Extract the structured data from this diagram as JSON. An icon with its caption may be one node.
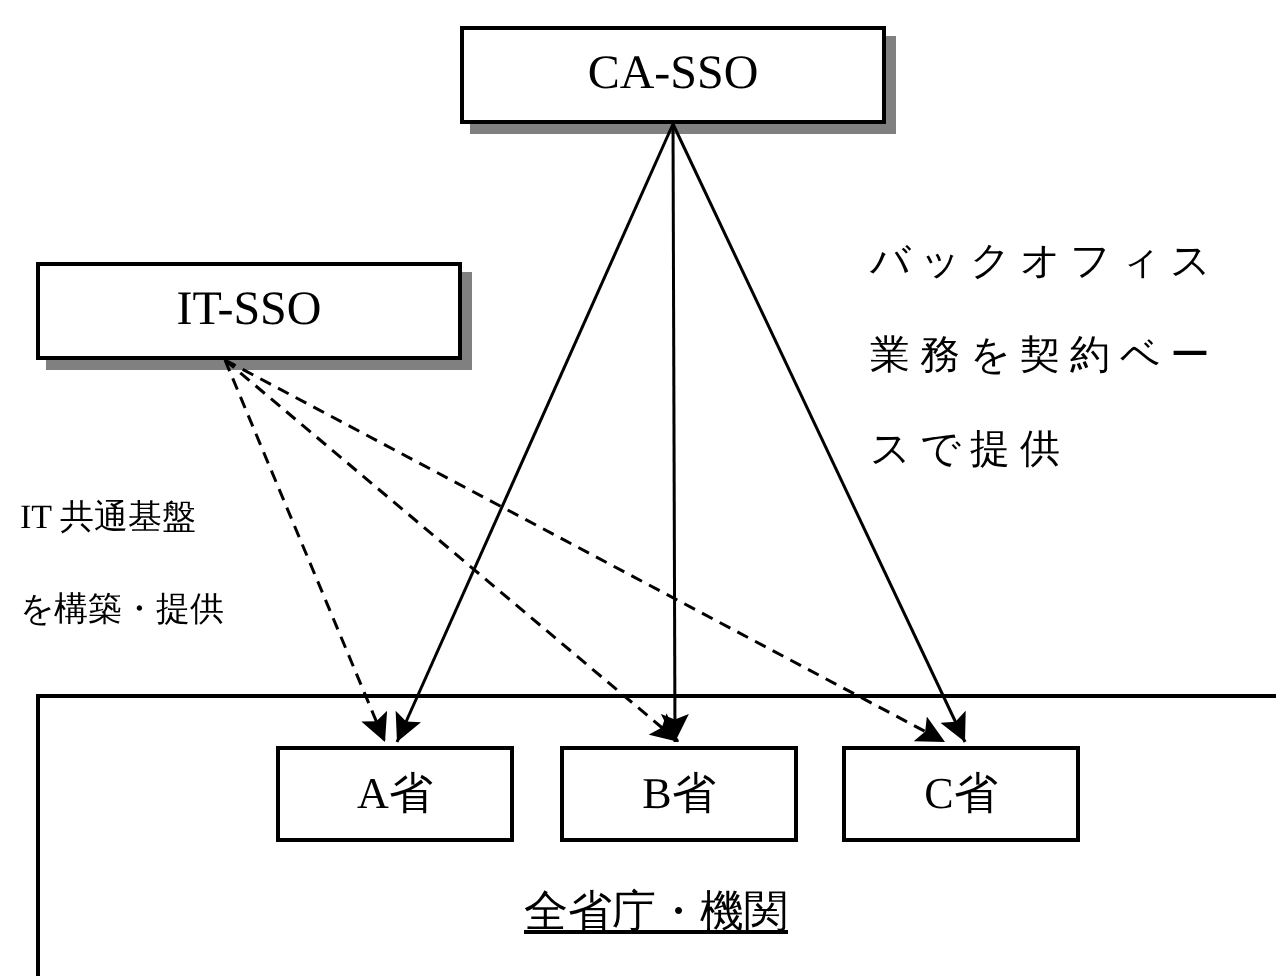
{
  "diagram": {
    "nodes": [
      {
        "text": [
          "CA-SSO"
        ]
      },
      {
        "text": [
          "IT-SSO"
        ]
      },
      {
        "text": [
          "全省庁・機関"
        ]
      },
      {
        "text": [
          "A省"
        ],
        "in": 2
      },
      {
        "text": [
          "B省"
        ],
        "in": 2
      },
      {
        "text": [
          "C省"
        ],
        "in": 2
      }
    ],
    "edges": [
      {
        "from": 0,
        "to": 3,
        "arrow": "to"
      },
      {
        "from": 0,
        "to": 4,
        "arrow": "to"
      },
      {
        "from": 0,
        "to": 5,
        "arrow": "to"
      },
      {
        "from": 1,
        "to": 3,
        "arrow": "to",
        "style": "dashed"
      },
      {
        "from": 1,
        "to": 4,
        "arrow": "to",
        "style": "dashed"
      },
      {
        "from": 1,
        "to": 5,
        "arrow": "to",
        "style": "dashed"
      }
    ],
    "labels": [
      "バックオフィス業務を契約ベースで提供",
      "IT 共通基盤を構築・提供"
    ]
  }
}
